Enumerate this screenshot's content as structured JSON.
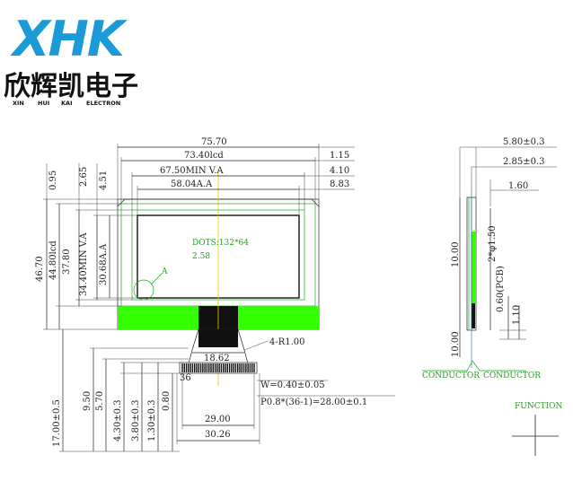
{
  "logo": {
    "mark": "XHK",
    "company_cn": "欣辉凯电子",
    "company_en": [
      "XIN",
      "HUI",
      "KAI",
      "ELECTRON"
    ]
  },
  "top_dims": [
    "75.70",
    "73.40lcd",
    "67.50MIN V.A",
    "58.04A.A"
  ],
  "right_dims": [
    "1.15",
    "4.10",
    "8.83"
  ],
  "left_top_dims": [
    "0.95",
    "2.65",
    "4.51"
  ],
  "left_vert_dims": [
    "46.70",
    "44.80lcd",
    "37.80",
    "34.40MIN V.A",
    "30.68A.A"
  ],
  "screen_labels": {
    "dots": "DOTS:132*64",
    "pitch": "2.58",
    "detail": "A"
  },
  "bottom_labels": {
    "tail_width": "18.62",
    "radius": "4-R1.00",
    "pin_width": "W=0.40±0.05",
    "pitch_formula": "P0.8*(36-1)=28.00±0.1",
    "pin_last": "36",
    "span_1": "29.00",
    "span_2": "30.26"
  },
  "bottom_vert_dims": [
    "17.00±0.5",
    "9.50",
    "5.70",
    "4.30±0.3",
    "3.80±0.3",
    "1.30±0.3",
    "0.80"
  ],
  "side_view": {
    "top_dims": [
      "5.80±0.3",
      "2.85±0.3",
      "1.60"
    ],
    "vert_dims": [
      "10.00",
      "2*φ1.50",
      "0.60(PCB)",
      "1.10",
      "10.00"
    ],
    "conductor_labels": [
      "CONDUCTOR",
      "CONDUCTOR"
    ]
  },
  "function_label": "FUNCTION"
}
